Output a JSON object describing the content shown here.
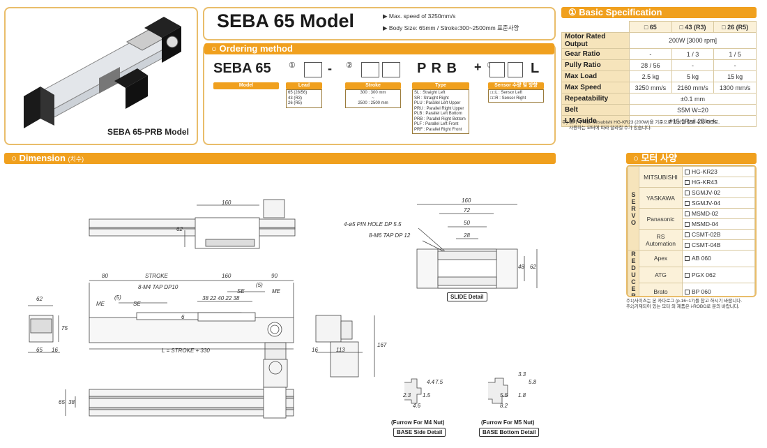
{
  "product": {
    "title": "SEBA 65 Model",
    "features": [
      "Max. speed of 3250mm/s",
      "Body Size: 65mm / Stroke:300~2500mm  표준사양"
    ],
    "image_caption": "SEBA 65-PRB Model"
  },
  "ordering": {
    "header": "○ Ordering method",
    "model_text": "SEBA 65",
    "mark1": "①",
    "dash": "-",
    "mark2": "②",
    "type_text": "P R B",
    "plus": "+",
    "mark3": "③",
    "suffix": "L",
    "model_label": "Model",
    "lead": {
      "label": "Lead",
      "items": [
        "65 (28/56)",
        "43 (R3)",
        "26 (R5)"
      ]
    },
    "stroke": {
      "label": "Stroke",
      "items": [
        "300 : 300 mm",
        "~",
        "2500 : 2500 mm"
      ]
    },
    "type": {
      "label": "Type",
      "items": [
        "SL : Straight Left",
        "SR : Straight Right",
        "PLU : Parallel Left Upper",
        "PRU : Parallel Right Upper",
        "PLB : Parallel Left Bottom",
        "PRB : Parallel Right Bottom",
        "PLF : Parallel Left Front",
        "PRF : Parallel Right Front"
      ]
    },
    "sensor": {
      "label": "Sensor 수량 및 방향",
      "items": [
        "□□L : Sensor Left",
        "□□R : Sensor Right"
      ]
    }
  },
  "spec": {
    "header": "① Basic Specification",
    "columns": [
      "□ 65",
      "□ 43 (R3)",
      "□ 26 (R5)"
    ],
    "rows": [
      {
        "label": "Motor Rated Output",
        "values": [
          "200W [3000 rpm]"
        ]
      },
      {
        "label": "Gear Ratio",
        "values": [
          "-",
          "1 / 3",
          "1 / 5"
        ]
      },
      {
        "label": "Pully Ratio",
        "values": [
          "28 / 56",
          "-",
          "-"
        ]
      },
      {
        "label": "Max Load",
        "values": [
          "2.5 kg",
          "5 kg",
          "15 kg"
        ]
      },
      {
        "label": "Max Speed",
        "values": [
          "3250 mm/s",
          "2160 mm/s",
          "1300 mm/s"
        ]
      },
      {
        "label": "Repeatability",
        "values": [
          "±0.1 mm"
        ]
      },
      {
        "label": "Belt",
        "values": [
          "S5M W=20"
        ]
      },
      {
        "label": "LM Guide",
        "values": [
          "#15 1Rail 2Block"
        ]
      }
    ],
    "note": [
      "주) 상기 수치는 Mitsubishi HG-KR23 (200W)을 기준으로 작성한 참고 수치 이므로,",
      "사용하는 모터에 따라 달라질 수가 있습니다."
    ]
  },
  "motor": {
    "header": "○ 모터 사양",
    "servo_label": "S E R V O",
    "reducer_label": "R E D U C E R",
    "servo": [
      {
        "maker": "MITSUBISHI",
        "models": [
          "HG-KR23",
          "HG-KR43"
        ]
      },
      {
        "maker": "YASKAWA",
        "models": [
          "SGMJV-02",
          "SGMJV-04"
        ]
      },
      {
        "maker": "Panasonic",
        "models": [
          "MSMD-02",
          "MSMD-04"
        ]
      },
      {
        "maker": "RS Automation",
        "models": [
          "CSMT-02B",
          "CSMT-04B"
        ]
      }
    ],
    "reducer": [
      {
        "maker": "Apex",
        "model": "AB 060"
      },
      {
        "maker": "ATG",
        "model": "PGX 062"
      },
      {
        "maker": "Brato",
        "model": "BP 060"
      }
    ],
    "notes": [
      "주1)사이즈는 본 카다로그 (p.16~17)를 참고 하시기 바랍니다.",
      "주2)기재되어 있는 모터 외 제품은 i-ROBO로 문의 바랍니다."
    ]
  },
  "dimension": {
    "header": "○ Dimension",
    "header_sub": "(치수)",
    "labels": {
      "top160": "160",
      "top62": "62",
      "d80": "80",
      "stroke": "STROKE",
      "d160": "160",
      "d90": "90",
      "tap": "8-M4 TAP DP10",
      "me_l": "ME",
      "five_l": "(5)",
      "se_l": "SE",
      "se_r": "SE",
      "five_r": "(5)",
      "me_r": "ME",
      "spacing": "38 22  40  22 38",
      "six": "6",
      "L": "L = STROKE + 330",
      "side62": "62",
      "side75": "75",
      "side65": "65",
      "side16": "16",
      "r16": "16",
      "r113": "113",
      "r167": "167",
      "b65": "65",
      "b38": "38",
      "s160": "160",
      "s72": "72",
      "s50": "50",
      "s28": "28",
      "s48": "48",
      "s62": "62",
      "pin": "4-ø5 PIN HOLE DP 5.5",
      "m6": "8-M6 TAP DP 12",
      "slide_caption": "SLIDE Detail",
      "f1_a": "4.4",
      "f1_b": "7.5",
      "f1_c": "2.3",
      "f1_d": "1.5",
      "f1_e": "4.6",
      "f2_a": "3.3",
      "f2_b": "5.8",
      "f2_c": "5.5",
      "f2_d": "1.8",
      "f2_e": "8.2",
      "f1_title": "(Furrow For M4 Nut)",
      "f1_caption": "BASE Side Detail",
      "f2_title": "(Furrow For M5 Nut)",
      "f2_caption": "BASE Bottom Detail"
    }
  },
  "colors": {
    "accent": "#f0a01e",
    "border": "#e9bd6a",
    "table_label": "#f6e4bb"
  }
}
